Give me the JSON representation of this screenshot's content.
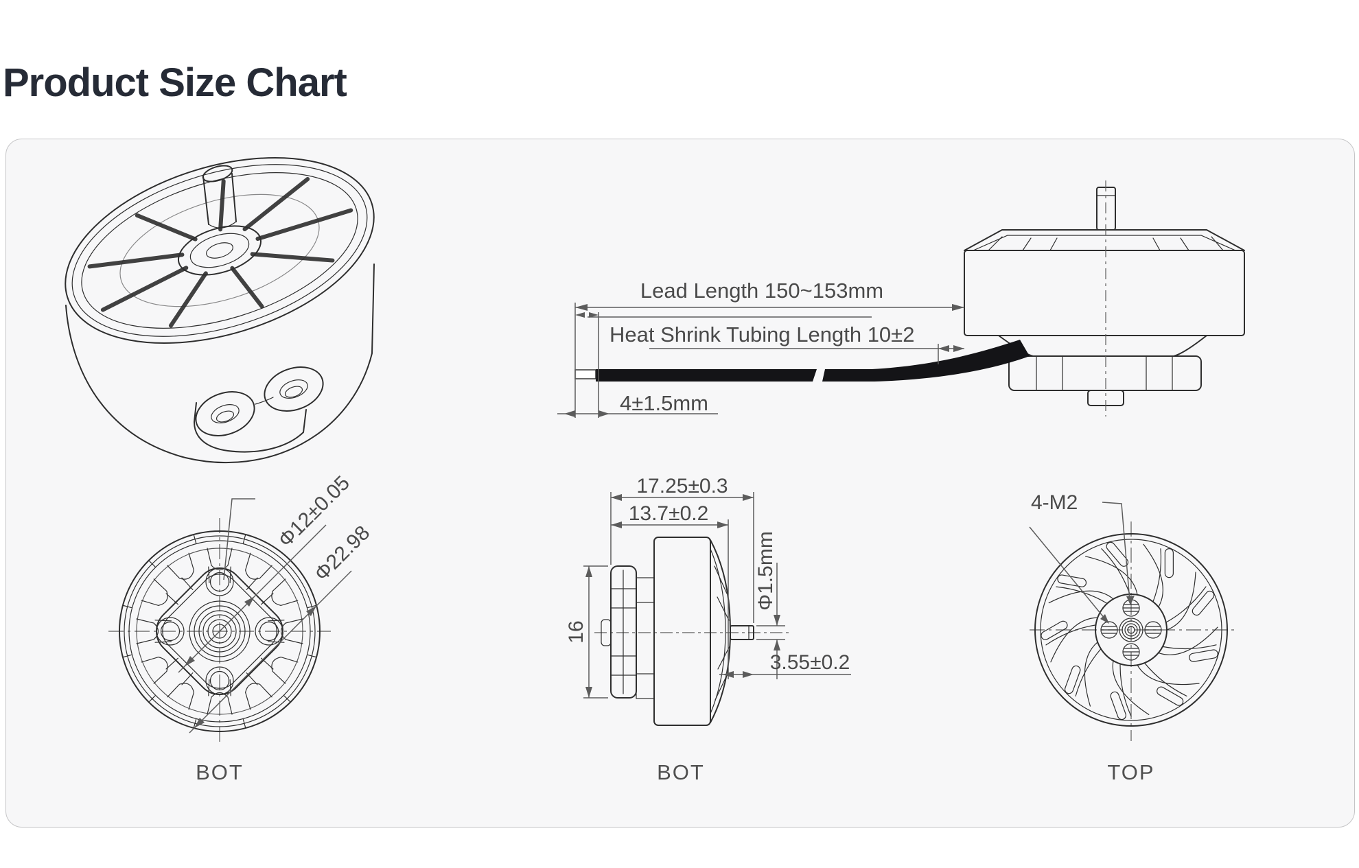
{
  "title": "Product Size Chart",
  "card": {
    "side_view": {
      "lead_length_label": "Lead Length 150~153mm",
      "heat_shrink_label": "Heat Shrink Tubing Length 10±2",
      "exposed_wire_label": "4±1.5mm"
    },
    "bottom_front_view": {
      "bolt_circle_diameter": "Φ12±0.05",
      "outer_diameter": "Φ22.98",
      "caption": "BOT"
    },
    "bottom_side_view": {
      "overall_length": "17.25±0.3",
      "body_length": "13.7±0.2",
      "flange_height": "16",
      "shaft_diameter": "Φ1.5mm",
      "shaft_length": "3.55±0.2",
      "caption": "BOT"
    },
    "top_front_view": {
      "mounting_holes": "4-M2",
      "caption": "TOP"
    }
  }
}
